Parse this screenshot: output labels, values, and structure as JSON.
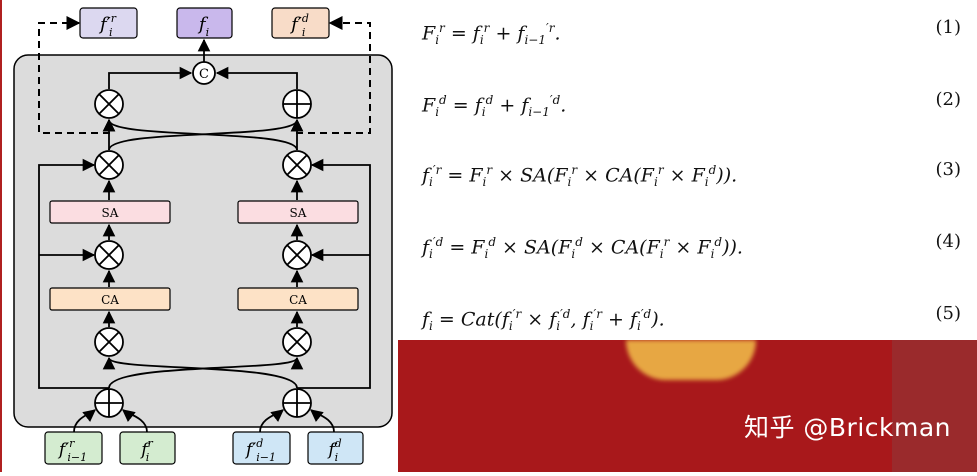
{
  "diagram": {
    "outputs": [
      {
        "id": "out-left",
        "label_main": "f′",
        "label_sup": "r",
        "label_sub": "i",
        "fill": "#dcd8f0"
      },
      {
        "id": "out-center",
        "label_main": "f",
        "label_sup": "",
        "label_sub": "i",
        "fill": "#c9b8ec"
      },
      {
        "id": "out-right",
        "label_main": "f′",
        "label_sup": "d",
        "label_sub": "i",
        "fill": "#f8dcc8"
      }
    ],
    "inputs": [
      {
        "label_main": "f′",
        "label_sup": "r",
        "label_sub": "i−1",
        "fill": "#d4ecd0"
      },
      {
        "label_main": "f",
        "label_sup": "r",
        "label_sub": "i",
        "fill": "#d4ecd0"
      },
      {
        "label_main": "f′",
        "label_sup": "d",
        "label_sub": "i−1",
        "fill": "#cfe6f6"
      },
      {
        "label_main": "f",
        "label_sup": "d",
        "label_sub": "i",
        "fill": "#cfe6f6"
      }
    ],
    "concat_label": "C",
    "sa_label": "SA",
    "ca_label": "CA",
    "colors": {
      "panel": "#dcdcdc",
      "sa_fill": "#fbdde1",
      "ca_fill": "#fde2c6",
      "line": "#000000"
    }
  },
  "equations": [
    {
      "lhs": "F",
      "lhs_sup": "r",
      "lhs_sub": "i",
      "rhs_html": "= <i>f</i><sub>i</sub><sup>r</sup> + <i>f</i><sub>i−1</sub><sup>′r</sup>.",
      "number": "(1)"
    },
    {
      "lhs": "F",
      "lhs_sup": "d",
      "lhs_sub": "i",
      "rhs_html": "= <i>f</i><sub>i</sub><sup>d</sup> + <i>f</i><sub>i−1</sub><sup>′d</sup>.",
      "number": "(2)"
    },
    {
      "lhs": "f",
      "lhs_sup": "′r",
      "lhs_sub": "i",
      "rhs_html": "= <i>F</i><sub>i</sub><sup>r</sup> × <i>SA</i>(<i>F</i><sub>i</sub><sup>r</sup> × <i>CA</i>(<i>F</i><sub>i</sub><sup>r</sup> × <i>F</i><sub>i</sub><sup>d</sup>)).",
      "number": "(3)"
    },
    {
      "lhs": "f",
      "lhs_sup": "′d",
      "lhs_sub": "i",
      "rhs_html": "= <i>F</i><sub>i</sub><sup>d</sup> × <i>SA</i>(<i>F</i><sub>i</sub><sup>d</sup> × <i>CA</i>(<i>F</i><sub>i</sub><sup>r</sup> × <i>F</i><sub>i</sub><sup>d</sup>)).",
      "number": "(4)"
    },
    {
      "lhs": "f",
      "lhs_sup": "",
      "lhs_sub": "i",
      "rhs_html": "= <i>Cat</i>(<i>f</i><sub>i</sub><sup>′r</sup> × <i>f</i><sub>i</sub><sup>′d</sup>, <i>f</i><sub>i</sub><sup>′r</sup> + <i>f</i><sub>i</sub><sup>′d</sup>).",
      "number": "(5)"
    }
  ],
  "watermark": {
    "text": "知乎 @Brickman",
    "band_color": "#a8181b"
  }
}
